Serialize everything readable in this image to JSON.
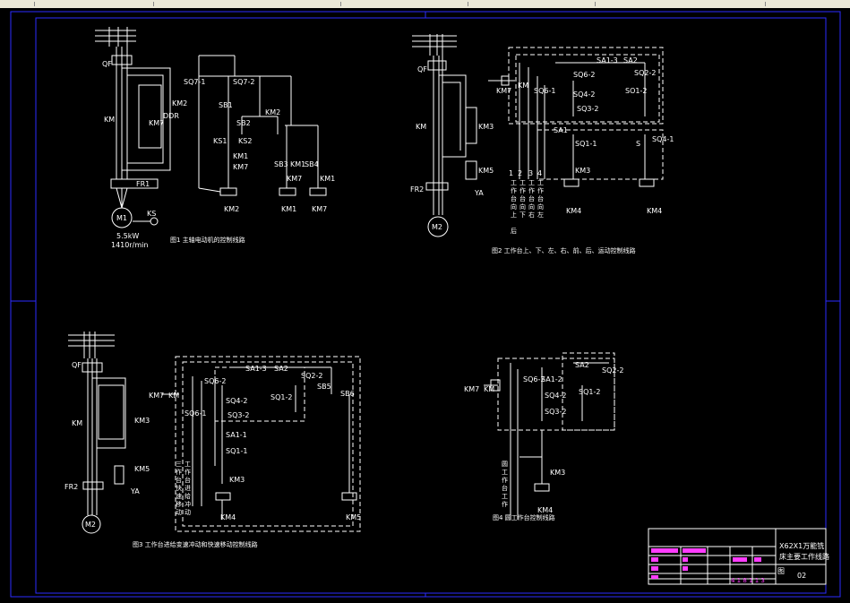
{
  "fig1": {
    "labels": {
      "qf": "QF",
      "km2": "KM2",
      "km7": "KM7",
      "km_left": "KM",
      "fr1": "FR1",
      "ddr": "DDR",
      "sq7_1": "SQ7-1",
      "sq7_2": "SQ7-2",
      "sb1": "SB1",
      "sb2": "SB2",
      "km2b": "KM2",
      "ks1": "KS1",
      "ks2": "KS2",
      "km1": "KM1",
      "km7b": "KM7",
      "sb3": "SB3",
      "km1b": "KM1",
      "sb4": "SB4",
      "km7c": "KM7",
      "km1c": "KM1",
      "m1": "M1",
      "ks": "KS",
      "coil_km2": "KM2",
      "coil_km1": "KM1",
      "coil_km7": "KM7",
      "power": "5.5kW",
      "speed": "1410r/min"
    },
    "caption": "图1  主轴电动机的控制线路"
  },
  "fig2": {
    "labels": {
      "qf": "QF",
      "km7": "KM7",
      "km_m": "KM",
      "sq6_1": "SQ6-1",
      "sq6_2": "SQ6-2",
      "sq4_2": "SQ4-2",
      "sq3_2": "SQ3-2",
      "sa1_3": "SA1-3",
      "sa2": "SA2",
      "sq2_2": "SQ2-2",
      "so1_2": "SO1-2",
      "sa1": "SA1",
      "sq1": "SQ1-1",
      "s": "S",
      "sq4": "SQ4-1",
      "km3": "KM3",
      "km4": "KM4",
      "km5": "KM5",
      "km4r": "KM4",
      "km3b": "KM3",
      "km_left": "KM",
      "fr2": "FR2",
      "ya": "YA",
      "m2": "M2",
      "n1": "1",
      "n2": "2",
      "n3": "3",
      "n4": "4"
    },
    "columns": [
      "工作台向上",
      "工作台向下",
      "工作台向右",
      "工作台向左"
    ],
    "extra_column": "后",
    "caption": "图2  工作台上、下、左、右、前、后、运动控制线路"
  },
  "fig3": {
    "labels": {
      "qf": "QF",
      "km": "KM",
      "km3": "KM3",
      "km5": "KM5",
      "fr2": "FR2",
      "ya": "YA",
      "m2": "M2",
      "km7": "KM7",
      "km_c": "KM",
      "sq6_2": "SQ6-2",
      "sq6_1": "SQ6-1",
      "sq4_2": "SQ4-2",
      "sq3_2": "SQ3-2",
      "sa1_3": "SA1-3",
      "sa2": "SA2",
      "sq2_2": "SQ2-2",
      "sq1_2": "SQ1-2",
      "sb5": "SB5",
      "sb6": "SB6",
      "sa1_1": "SA1-1",
      "sq1_1": "SQ1-1",
      "km3b": "KM3",
      "km4": "KM4",
      "km5b": "KM5"
    },
    "columns": [
      "三作台快速移动",
      "工作台进给冲动"
    ],
    "caption": "图3  工作台进给变速冲动和快速移动控制线路"
  },
  "fig4": {
    "labels": {
      "km7": "KM7",
      "km": "KM",
      "sq6_2": "SQ6-2",
      "sa1_2": "SA1-2",
      "sq4_2": "SQ4-2",
      "sq3_2": "SQ3-2",
      "sa2": "SA2",
      "sq2_2": "SQ2-2",
      "sq1_2": "SQ1-2",
      "km3": "KM3",
      "km4": "KM4"
    },
    "column": "圆工作台工作",
    "caption": "图4  圆工作台控制线路"
  },
  "titleblock": {
    "line1": "X62X1万能铣",
    "line2": "床主要工作线路",
    "line3": "图",
    "number": "02",
    "scale": "4 1 8 1 1 3"
  },
  "colors": {
    "background": "#000000",
    "frame": "#2c2cff",
    "lines": "#ffffff",
    "accent": "#ff3cff"
  }
}
